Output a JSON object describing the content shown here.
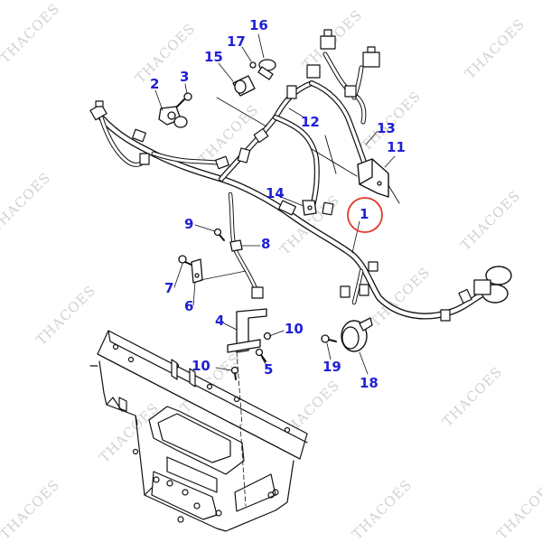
{
  "diagram": {
    "watermark": "THACOES",
    "highlight_color": "#e03a2a",
    "label_color": "#1f1fd6",
    "callouts": [
      "1",
      "2",
      "3",
      "4",
      "5",
      "6",
      "7",
      "8",
      "9",
      "10",
      "10",
      "11",
      "12",
      "13",
      "14",
      "15",
      "16",
      "17",
      "18",
      "19"
    ]
  }
}
